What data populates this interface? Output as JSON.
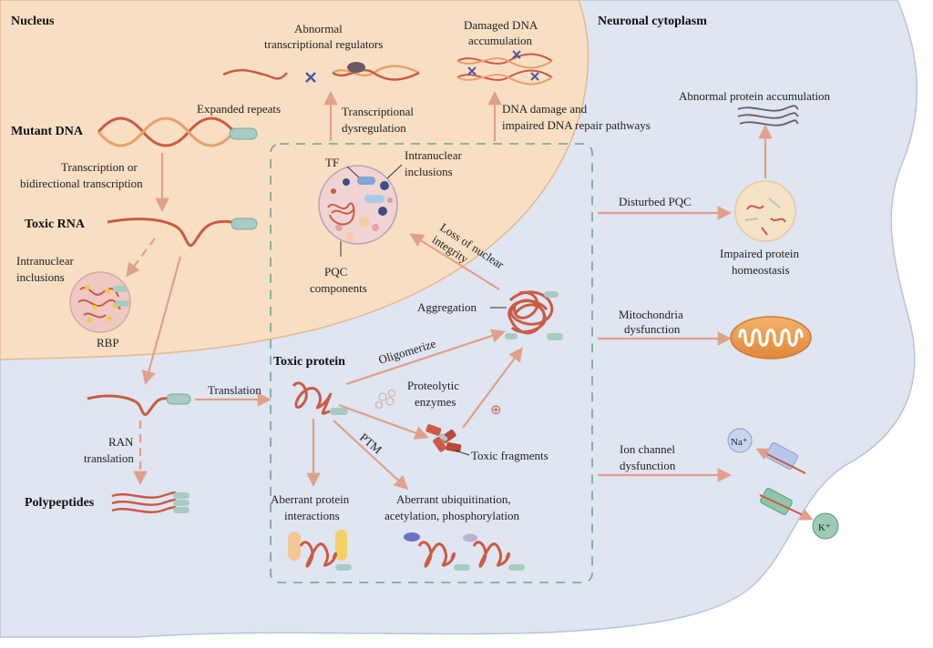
{
  "regions": {
    "nucleus": "Nucleus",
    "cytoplasm": "Neuronal cytoplasm"
  },
  "nucleus": {
    "mutant_dna": "Mutant DNA",
    "expanded_repeats": "Expanded repeats",
    "transcription_1": "Transcription or",
    "transcription_2": "bidirectional transcription",
    "toxic_rna": "Toxic RNA",
    "inclusions_1": "Intranuclear",
    "inclusions_2": "inclusions",
    "rbp": "RBP",
    "abnormal_regulators_1": "Abnormal",
    "abnormal_regulators_2": "transcriptional regulators",
    "damaged_dna_1": "Damaged DNA",
    "damaged_dna_2": "accumulation",
    "transcriptional_dys_1": "Transcriptional",
    "transcriptional_dys_2": "dysregulation",
    "dna_damage_1": "DNA damage and",
    "dna_damage_2": "impaired DNA repair pathways",
    "tf": "TF",
    "center_inclusions_1": "Intranuclear",
    "center_inclusions_2": "inclusions",
    "pqc_1": "PQC",
    "pqc_2": "components",
    "loss_integrity_1": "Loss of nuclear",
    "loss_integrity_2": "integrity"
  },
  "translation": {
    "ran_1": "RAN",
    "ran_2": "translation",
    "polypeptides": "Polypeptides",
    "translation": "Translation"
  },
  "protein": {
    "toxic_protein": "Toxic protein",
    "aggregation": "Aggregation",
    "oligomerize": "Oligomerize",
    "proteolytic_1": "Proteolytic",
    "proteolytic_2": "enzymes",
    "plus": "⊕",
    "toxic_fragments": "Toxic fragments",
    "ptm": "PTM",
    "aberrant_interactions_1": "Aberrant protein",
    "aberrant_interactions_2": "interactions",
    "aberrant_ptm_1": "Aberrant ubiquitination,",
    "aberrant_ptm_2": "acetylation, phosphorylation"
  },
  "cytoplasm": {
    "abnormal_accumulation": "Abnormal protein accumulation",
    "disturbed_pqc": "Disturbed PQC",
    "impaired_homeostasis_1": "Impaired protein",
    "impaired_homeostasis_2": "homeostasis",
    "mito_1": "Mitochondria",
    "mito_2": "dysfunction",
    "ion_1": "Ion channel",
    "ion_2": "dysfunction",
    "na": "Na⁺",
    "k": "K⁺"
  },
  "colors": {
    "nucleus_fill": "#f8dfc4",
    "cytoplasm_fill": "#dfe5f1",
    "arrow": "#e0a089",
    "strand": "#cc5a44",
    "dashed_box": "#6fa58f"
  }
}
